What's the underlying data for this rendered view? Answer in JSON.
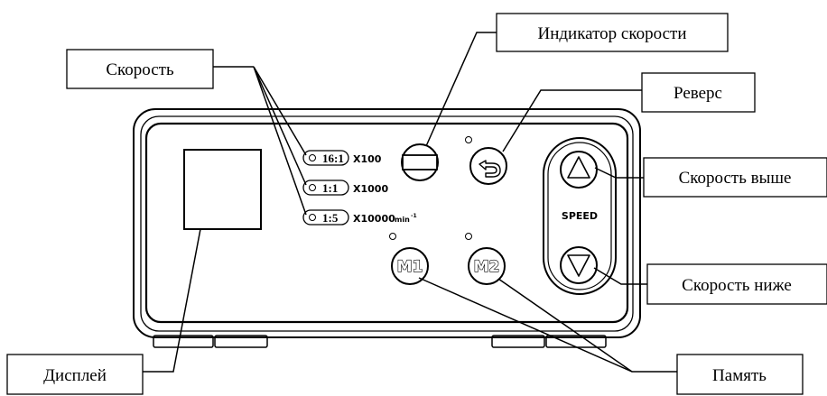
{
  "callouts": {
    "speed_indicator": "Индикатор скорости",
    "speed": "Скорость",
    "reverse": "Реверс",
    "speed_up": "Скорость выше",
    "speed_down": "Скорость ниже",
    "display": "Дисплей",
    "memory": "Память"
  },
  "panel": {
    "ratio_1": "16:1",
    "ratio_2": "1:1",
    "ratio_3": "1:5",
    "mult_1": "X100",
    "mult_2": "X1000",
    "mult_3": "X10000",
    "unit": "min",
    "unit_exp": "-1",
    "speed_word": "SPEED",
    "m1": "M1",
    "m2": "M2"
  }
}
